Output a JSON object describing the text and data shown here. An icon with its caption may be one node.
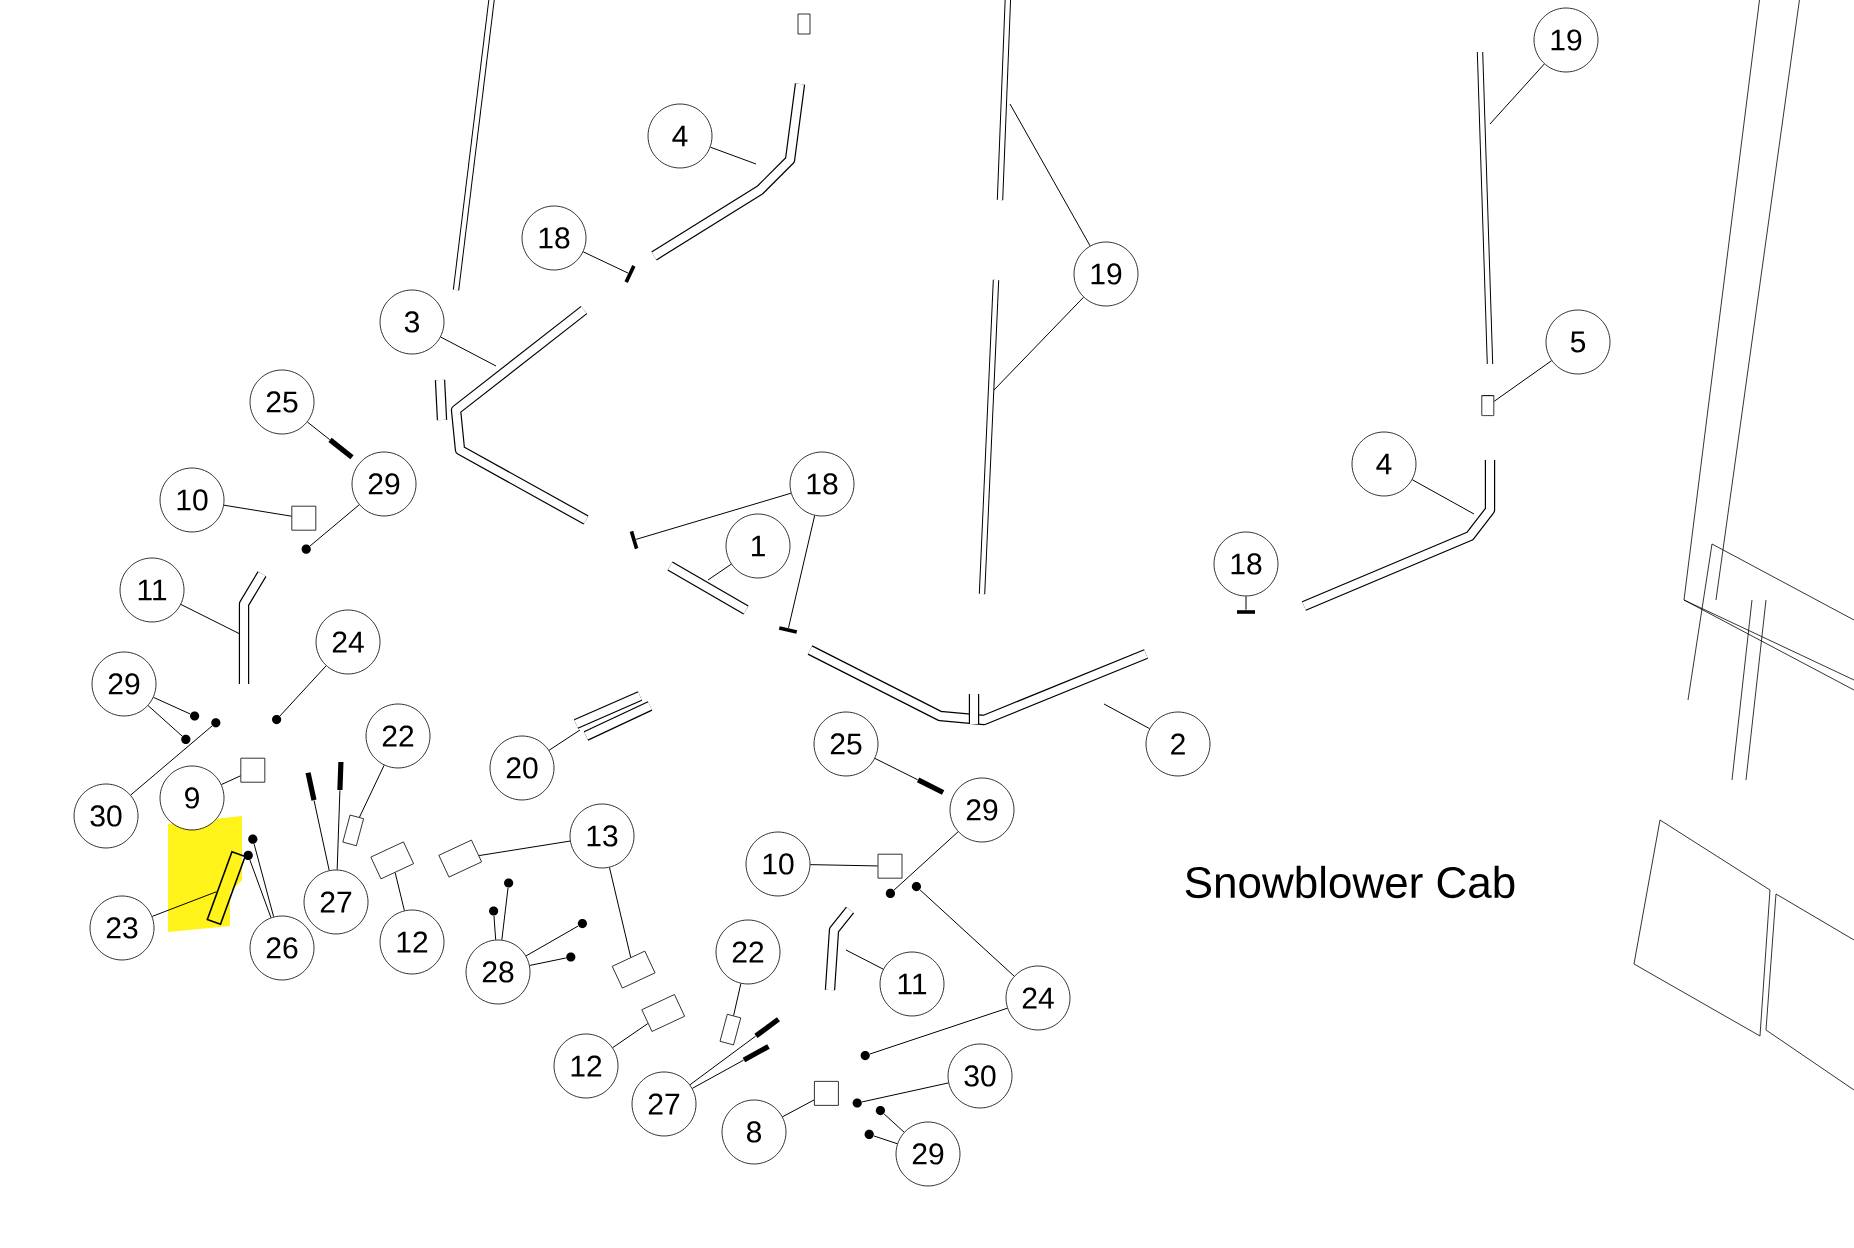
{
  "diagram": {
    "nodes": [
      {
        "text": [
          "19"
        ]
      },
      {
        "text": [
          "4"
        ]
      },
      {
        "text": [
          "18"
        ]
      },
      {
        "text": [
          "3"
        ]
      },
      {
        "text": [
          "19"
        ]
      },
      {
        "text": [
          "25"
        ]
      },
      {
        "text": [
          "10"
        ]
      },
      {
        "text": [
          "29"
        ]
      },
      {
        "text": [
          "18"
        ]
      },
      {
        "text": [
          "1"
        ]
      },
      {
        "text": [
          "5"
        ]
      },
      {
        "text": [
          "4"
        ]
      },
      {
        "text": [
          "18"
        ]
      },
      {
        "text": [
          "11"
        ]
      },
      {
        "text": [
          "24"
        ]
      },
      {
        "text": [
          "29"
        ]
      },
      {
        "text": [
          "30"
        ]
      },
      {
        "text": [
          "9"
        ]
      },
      {
        "text": [
          "22"
        ]
      },
      {
        "text": [
          "20"
        ]
      },
      {
        "text": [
          "27"
        ]
      },
      {
        "text": [
          "12"
        ]
      },
      {
        "text": [
          "13"
        ]
      },
      {
        "text": [
          "23"
        ]
      },
      {
        "text": [
          "26"
        ]
      },
      {
        "text": [
          "28"
        ]
      },
      {
        "text": [
          "12"
        ]
      },
      {
        "text": [
          "22"
        ]
      },
      {
        "text": [
          "27"
        ]
      },
      {
        "text": [
          "8"
        ]
      },
      {
        "text": [
          "25"
        ]
      },
      {
        "text": [
          "10"
        ]
      },
      {
        "text": [
          "29"
        ]
      },
      {
        "text": [
          "11"
        ]
      },
      {
        "text": [
          "24"
        ]
      },
      {
        "text": [
          "30"
        ]
      },
      {
        "text": [
          "29"
        ]
      },
      {
        "text": [
          "2"
        ]
      },
      {
        "text": [],
        "shape": "bar"
      },
      {
        "text": [],
        "shape": "bar"
      },
      {
        "text": [],
        "shape": "box"
      },
      {
        "text": [],
        "shape": "circle"
      },
      {
        "text": [],
        "shape": "bar"
      },
      {
        "text": [],
        "shape": "bar"
      },
      {
        "text": [],
        "shape": "cylinder"
      },
      {
        "text": [],
        "shape": "bar"
      },
      {
        "text": [],
        "shape": "circle"
      },
      {
        "text": [],
        "shape": "circle"
      },
      {
        "text": [],
        "shape": "circle"
      },
      {
        "text": [],
        "shape": "circle"
      },
      {
        "text": [],
        "shape": "box"
      },
      {
        "text": [],
        "shape": "box"
      },
      {
        "text": [],
        "shape": "bar"
      },
      {
        "text": [],
        "shape": "bar"
      },
      {
        "text": [],
        "shape": "box"
      },
      {
        "text": [],
        "shape": "box"
      },
      {
        "text": [],
        "shape": "box"
      },
      {
        "text": [],
        "shape": "picture"
      },
      {
        "text": [],
        "shape": "circle"
      },
      {
        "text": [],
        "shape": "circle"
      },
      {
        "text": [],
        "shape": "circle"
      },
      {
        "text": [],
        "shape": "circle"
      },
      {
        "text": [],
        "shape": "circle"
      },
      {
        "text": [],
        "shape": "circle"
      },
      {
        "text": [],
        "shape": "box"
      },
      {
        "text": [],
        "shape": "box"
      },
      {
        "text": [],
        "shape": "bar"
      },
      {
        "text": [],
        "shape": "bar"
      },
      {
        "text": [],
        "shape": "box"
      },
      {
        "text": [],
        "shape": "bar"
      },
      {
        "text": [],
        "shape": "box"
      },
      {
        "text": [],
        "shape": "circle"
      },
      {
        "text": [],
        "shape": "circle"
      },
      {
        "text": [],
        "shape": "circle"
      },
      {
        "text": [],
        "shape": "circle"
      },
      {
        "text": [],
        "shape": "circle"
      },
      {
        "text": [],
        "shape": "circle"
      }
    ],
    "edges": [
      {
        "from": 0,
        "to": null,
        "arrow": "none"
      },
      {
        "from": 1,
        "to": null,
        "arrow": "none"
      },
      {
        "from": 2,
        "to": 38,
        "arrow": "none"
      },
      {
        "from": 3,
        "to": null,
        "arrow": "none"
      },
      {
        "from": 4,
        "to": null,
        "arrow": "none"
      },
      {
        "from": 4,
        "to": null,
        "arrow": "none"
      },
      {
        "from": 5,
        "to": 39,
        "arrow": "none"
      },
      {
        "from": 6,
        "to": 40,
        "arrow": "none"
      },
      {
        "from": 7,
        "to": 41,
        "arrow": "none"
      },
      {
        "from": 8,
        "to": 42,
        "arrow": "none"
      },
      {
        "from": 8,
        "to": 43,
        "arrow": "none"
      },
      {
        "from": 9,
        "to": null,
        "arrow": "none"
      },
      {
        "from": 10,
        "to": 44,
        "arrow": "none"
      },
      {
        "from": 11,
        "to": null,
        "arrow": "none"
      },
      {
        "from": 12,
        "to": 45,
        "arrow": "none"
      },
      {
        "from": 13,
        "to": null,
        "arrow": "none"
      },
      {
        "from": 14,
        "to": 46,
        "arrow": "none"
      },
      {
        "from": 15,
        "to": 47,
        "arrow": "none"
      },
      {
        "from": 15,
        "to": 48,
        "arrow": "none"
      },
      {
        "from": 16,
        "to": 49,
        "arrow": "none"
      },
      {
        "from": 17,
        "to": 50,
        "arrow": "none"
      },
      {
        "from": 18,
        "to": 51,
        "arrow": "none"
      },
      {
        "from": 19,
        "to": null,
        "arrow": "none"
      },
      {
        "from": 20,
        "to": 52,
        "arrow": "none"
      },
      {
        "from": 20,
        "to": 53,
        "arrow": "none"
      },
      {
        "from": 21,
        "to": 54,
        "arrow": "none"
      },
      {
        "from": 22,
        "to": 55,
        "arrow": "none"
      },
      {
        "from": 22,
        "to": 56,
        "arrow": "none"
      },
      {
        "from": 23,
        "to": 57,
        "arrow": "none"
      },
      {
        "from": 24,
        "to": 58,
        "arrow": "none"
      },
      {
        "from": 24,
        "to": 59,
        "arrow": "none"
      },
      {
        "from": 25,
        "to": 60,
        "arrow": "none"
      },
      {
        "from": 25,
        "to": 61,
        "arrow": "none"
      },
      {
        "from": 25,
        "to": 62,
        "arrow": "none"
      },
      {
        "from": 25,
        "to": 63,
        "arrow": "none"
      },
      {
        "from": 26,
        "to": 64,
        "arrow": "none"
      },
      {
        "from": 27,
        "to": 65,
        "arrow": "none"
      },
      {
        "from": 28,
        "to": 66,
        "arrow": "none"
      },
      {
        "from": 28,
        "to": 67,
        "arrow": "none"
      },
      {
        "from": 29,
        "to": 68,
        "arrow": "none"
      },
      {
        "from": 30,
        "to": 69,
        "arrow": "none"
      },
      {
        "from": 31,
        "to": 70,
        "arrow": "none"
      },
      {
        "from": 32,
        "to": 71,
        "arrow": "none"
      },
      {
        "from": 33,
        "to": null,
        "arrow": "none"
      },
      {
        "from": 34,
        "to": 72,
        "arrow": "none"
      },
      {
        "from": 34,
        "to": 73,
        "arrow": "none"
      },
      {
        "from": 35,
        "to": 74,
        "arrow": "none"
      },
      {
        "from": 36,
        "to": 75,
        "arrow": "none"
      },
      {
        "from": 36,
        "to": 76,
        "arrow": "none"
      },
      {
        "from": 37,
        "to": null,
        "arrow": "none"
      }
    ],
    "labels": [
      "Snowblower Cab"
    ]
  }
}
